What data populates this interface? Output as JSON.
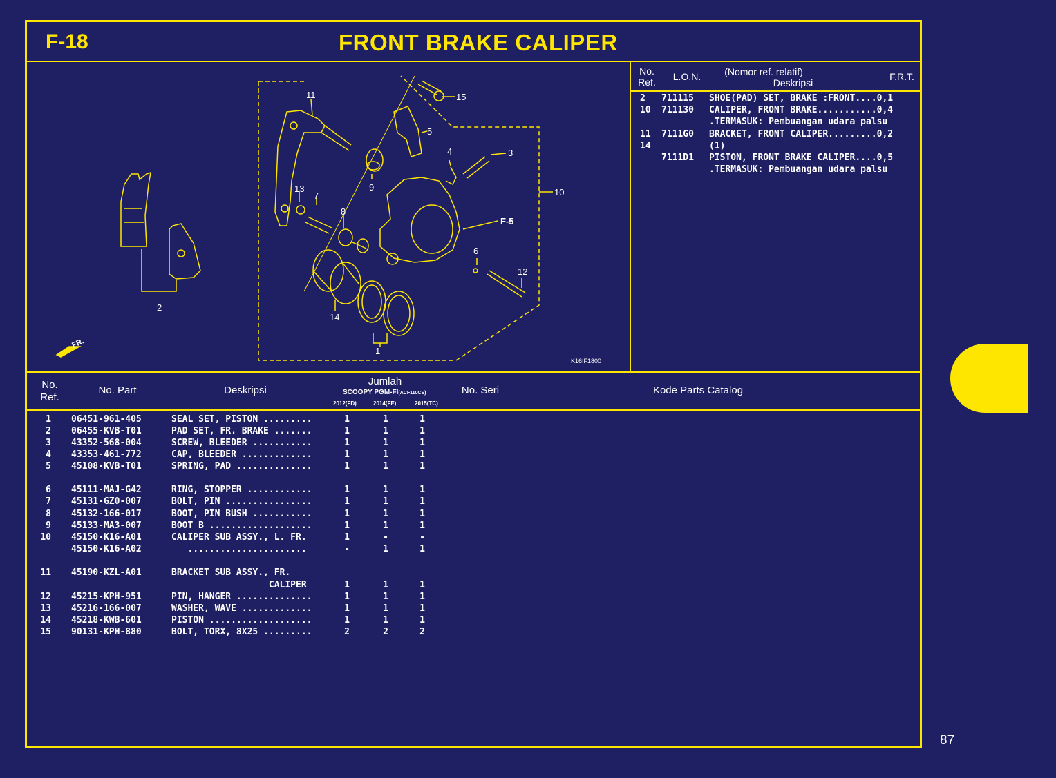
{
  "header": {
    "code": "F-18",
    "title": "FRONT BRAKE CALIPER"
  },
  "diagram": {
    "figure_code": "K16IF1800",
    "direction_label": "FR.",
    "callouts": [
      "1",
      "2",
      "3",
      "4",
      "5",
      "6",
      "7",
      "8",
      "9",
      "10",
      "11",
      "12",
      "13",
      "14",
      "15",
      "F-5"
    ]
  },
  "lon_table": {
    "headers": {
      "ref": "No.\nRef.",
      "lon": "L.O.N.",
      "desc_top": "(Nomor ref. relatif)",
      "desc": "Deskripsi",
      "frt": "F.R.T."
    },
    "rows": [
      {
        "ref": "2",
        "lon": "711115",
        "desc": "SHOE(PAD) SET, BRAKE :FRONT....0,1"
      },
      {
        "ref": "10",
        "lon": "711130",
        "desc": "CALIPER, FRONT BRAKE...........0,4"
      },
      {
        "ref": "",
        "lon": "",
        "desc": ".TERMASUK: Pembuangan udara palsu"
      },
      {
        "ref": "11",
        "lon": "7111G0",
        "desc": "BRACKET, FRONT CALIPER.........0,2"
      },
      {
        "ref": "14",
        "lon": "",
        "desc": "(1)"
      },
      {
        "ref": "",
        "lon": "7111D1",
        "desc": "PISTON, FRONT BRAKE CALIPER....0,5"
      },
      {
        "ref": "",
        "lon": "",
        "desc": ".TERMASUK: Pembuangan udara palsu"
      }
    ]
  },
  "parts_table": {
    "headers": {
      "ref": "No.\nRef.",
      "part": "No. Part",
      "desc": "Deskripsi",
      "qty": "Jumlah",
      "model": "SCOOPY PGM-FI",
      "model_code": "(ACF110CS)",
      "years": [
        "2012(FD)",
        "2014(FE)",
        "2015(TC)"
      ],
      "serial": "No. Seri",
      "catalog": "Kode Parts Catalog"
    },
    "rows": [
      {
        "ref": "1",
        "part": "06451-961-405",
        "desc": "SEAL SET, PISTON .........",
        "q": [
          "1",
          "1",
          "1"
        ]
      },
      {
        "ref": "2",
        "part": "06455-KVB-T01",
        "desc": "PAD SET, FR. BRAKE .......",
        "q": [
          "1",
          "1",
          "1"
        ]
      },
      {
        "ref": "3",
        "part": "43352-568-004",
        "desc": "SCREW, BLEEDER ...........",
        "q": [
          "1",
          "1",
          "1"
        ]
      },
      {
        "ref": "4",
        "part": "43353-461-772",
        "desc": "CAP, BLEEDER .............",
        "q": [
          "1",
          "1",
          "1"
        ]
      },
      {
        "ref": "5",
        "part": "45108-KVB-T01",
        "desc": "SPRING, PAD ..............",
        "q": [
          "1",
          "1",
          "1"
        ]
      },
      {
        "ref": "6",
        "part": "45111-MAJ-G42",
        "desc": "RING, STOPPER ............",
        "q": [
          "1",
          "1",
          "1"
        ]
      },
      {
        "ref": "7",
        "part": "45131-GZ0-007",
        "desc": "BOLT, PIN ................",
        "q": [
          "1",
          "1",
          "1"
        ]
      },
      {
        "ref": "8",
        "part": "45132-166-017",
        "desc": "BOOT, PIN BUSH ...........",
        "q": [
          "1",
          "1",
          "1"
        ]
      },
      {
        "ref": "9",
        "part": "45133-MA3-007",
        "desc": "BOOT B ...................",
        "q": [
          "1",
          "1",
          "1"
        ]
      },
      {
        "ref": "10",
        "part": "45150-K16-A01",
        "desc": "CALIPER SUB ASSY., L. FR. ",
        "q": [
          "1",
          "-",
          "-"
        ]
      },
      {
        "ref": "",
        "part": "45150-K16-A02",
        "desc": "   ......................",
        "q": [
          "-",
          "1",
          "1"
        ]
      },
      {
        "ref": "11",
        "part": "45190-KZL-A01",
        "desc": "BRACKET SUB ASSY., FR.",
        "q": [
          "",
          "",
          ""
        ]
      },
      {
        "ref": "",
        "part": "",
        "desc": "                  CALIPER",
        "q": [
          "1",
          "1",
          "1"
        ]
      },
      {
        "ref": "12",
        "part": "45215-KPH-951",
        "desc": "PIN, HANGER ..............",
        "q": [
          "1",
          "1",
          "1"
        ]
      },
      {
        "ref": "13",
        "part": "45216-166-007",
        "desc": "WASHER, WAVE .............",
        "q": [
          "1",
          "1",
          "1"
        ]
      },
      {
        "ref": "14",
        "part": "45218-KWB-601",
        "desc": "PISTON ...................",
        "q": [
          "1",
          "1",
          "1"
        ]
      },
      {
        "ref": "15",
        "part": "90131-KPH-880",
        "desc": "BOLT, TORX, 8X25 .........",
        "q": [
          "2",
          "2",
          "2"
        ]
      }
    ]
  },
  "page_number": "87",
  "colors": {
    "background": "#1f1f63",
    "accent": "#ffe600",
    "text": "#ffffff"
  }
}
